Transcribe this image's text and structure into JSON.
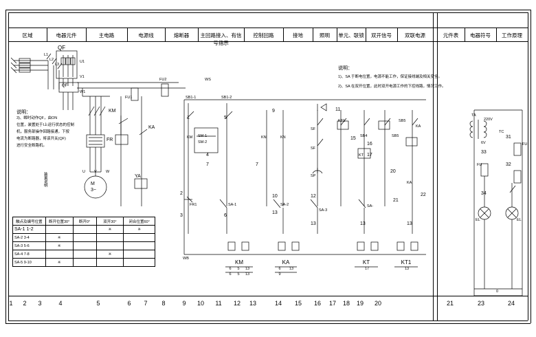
{
  "sheet": {
    "title_columns": [
      "区域",
      "电器元件",
      "主电路",
      "电源线",
      "熔断器",
      "主回路接入、有信号指示",
      "控制回路",
      "接地",
      "照明",
      "单元、联锁",
      "双开信号",
      "双联电源",
      "元件表",
      "电器符号",
      "工作原理"
    ],
    "bottom_numbers": [
      "1",
      "2",
      "3",
      "4",
      "5",
      "6",
      "7",
      "8",
      "9",
      "10",
      "11",
      "12",
      "13",
      "14",
      "15",
      "16",
      "17",
      "18",
      "19",
      "20",
      "21",
      "23",
      "24"
    ]
  },
  "notes": {
    "left_title": "说明：",
    "left_lines": [
      "3)、瞬时动作QF，由ON",
      "位置，装置处于I上运行状态的控制",
      "机，服务部操作回路接通，下按",
      "电流为断路器，将该开关(QF)",
      "进行安全断路机。"
    ],
    "left_vertical": "装置说明",
    "mid_title": "说明：",
    "mid_lines": [
      "1)、SA 于断电位置，电源不能工作，保证接线端及相关安全。",
      "2)、SA 在双开位置，此时双开电源工作的下控线路，情况工作。"
    ]
  },
  "table": {
    "header": [
      "触点及编号位置",
      "断开位置30°",
      "断开0°",
      "双开30°",
      "闭合位置60°"
    ],
    "rows": [
      {
        "label": "SA-1 1-2",
        "cells": [
          "",
          "",
          "※",
          "※"
        ]
      },
      {
        "label": "SA-2 3-4",
        "cells": [
          "※",
          "",
          "",
          ""
        ]
      },
      {
        "label": "SA-3 5-6",
        "cells": [
          "※",
          "",
          "",
          ""
        ]
      },
      {
        "label": "SA-4 7-8",
        "cells": [
          "",
          "",
          "※",
          ""
        ]
      },
      {
        "label": "SA-5 9-10",
        "cells": [
          "※",
          "",
          "",
          ""
        ]
      }
    ]
  },
  "labels": {
    "QF": "QF",
    "L_phases": [
      "L1",
      "L2",
      "L3"
    ],
    "U_phases": [
      "U1",
      "V1",
      "W1"
    ],
    "U_lower": [
      "U",
      "V",
      "W"
    ],
    "KM": "KM",
    "KA": "KA",
    "FR": "FR",
    "FU1": "FU1",
    "FU2": "FU2",
    "YA": "YA",
    "M": "M",
    "M3": "3~",
    "WB": "WB",
    "WS": "WS",
    "SB1": "SB1-1",
    "SB2": "SB1-2",
    "SM1": "SM-1",
    "SM2": "SM-2",
    "SF1": "SF",
    "SF2": "SF",
    "SP": "SP",
    "KT": "KT",
    "KT1": "KT1",
    "SB4": "SB4",
    "SB5": "SB5",
    "SA1": "SA-1",
    "SA2": "SA-2",
    "SA3": "SA-3",
    "SA4": "SA-",
    "FR1": "FR1",
    "KN": "KN",
    "KM_blk": "KM",
    "TA": "TA",
    "TC": "TC",
    "FU3": "FU",
    "FU4": "FU",
    "EL1": "EL",
    "EL2": "EL",
    "V220": "220V",
    "V6": "6V",
    "zero": "0"
  },
  "wire_numbers": [
    "1",
    "2",
    "3",
    "4",
    "5",
    "6",
    "7",
    "7",
    "9",
    "10",
    "11",
    "12",
    "13",
    "13",
    "13",
    "15",
    "16",
    "17",
    "20",
    "21",
    "22",
    "13",
    "31",
    "32",
    "33",
    "34"
  ],
  "coil_blocks": {
    "KM": {
      "name": "KM",
      "cols": [
        "6",
        "5",
        "13"
      ],
      "sub": [
        "6",
        "5",
        "13"
      ]
    },
    "KA": {
      "name": "KA",
      "cols": [
        "6",
        "9",
        "13"
      ]
    },
    "KT": {
      "name": "KT",
      "cols": [
        "17"
      ]
    },
    "KT1": {
      "name": "KT1",
      "cols": [
        "13"
      ]
    }
  },
  "tags": {
    "WS": "WS",
    "WB": "WB"
  }
}
